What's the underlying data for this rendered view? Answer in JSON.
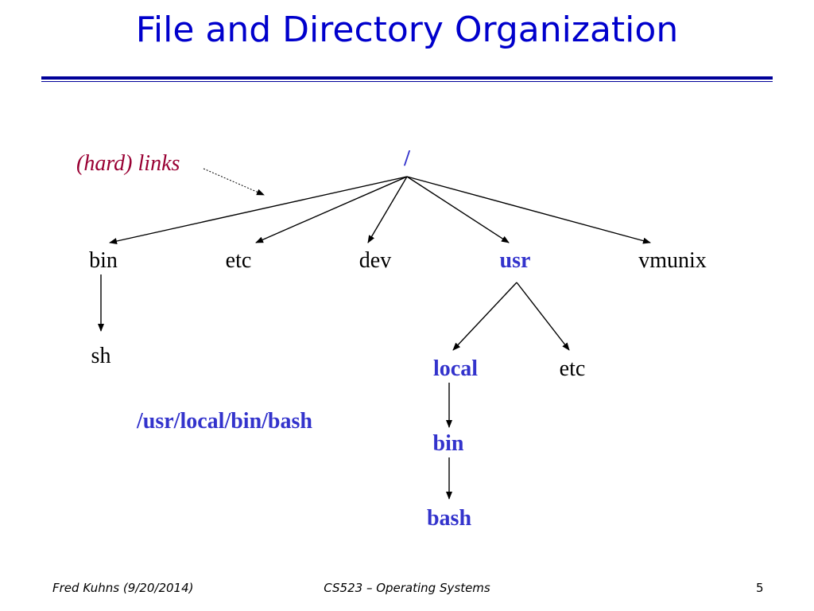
{
  "slide": {
    "title": "File and Directory Organization",
    "annotation": "(hard) links",
    "path_example": "/usr/local/bin/bash"
  },
  "tree": {
    "root": "/",
    "level1": {
      "bin": "bin",
      "etc": "etc",
      "dev": "dev",
      "usr": "usr",
      "vmunix": "vmunix"
    },
    "bin_children": {
      "sh": "sh"
    },
    "usr_children": {
      "local": "local",
      "etc": "etc"
    },
    "local_children": {
      "bin": "bin"
    },
    "local_bin_children": {
      "bash": "bash"
    }
  },
  "footer": {
    "author": "Fred Kuhns (9/20/2014)",
    "course": "CS523 – Operating Systems",
    "page": "5"
  },
  "colors": {
    "title": "#0000cc",
    "highlight": "#3333cc",
    "annotation": "#990033",
    "rule": "#000099"
  }
}
